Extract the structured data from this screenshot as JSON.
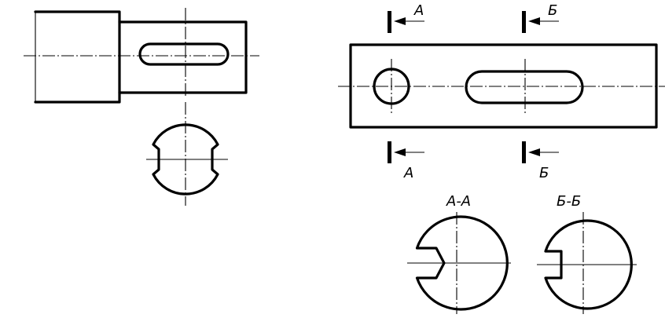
{
  "colors": {
    "line": "#000000",
    "background": "#ffffff"
  },
  "views": {
    "plate": {
      "markers": {
        "a_top": "А",
        "b_top": "Б",
        "a_bottom": "А",
        "b_bottom": "Б"
      }
    },
    "section_a": {
      "title": "А-А"
    },
    "section_b": {
      "title": "Б-Б"
    }
  }
}
